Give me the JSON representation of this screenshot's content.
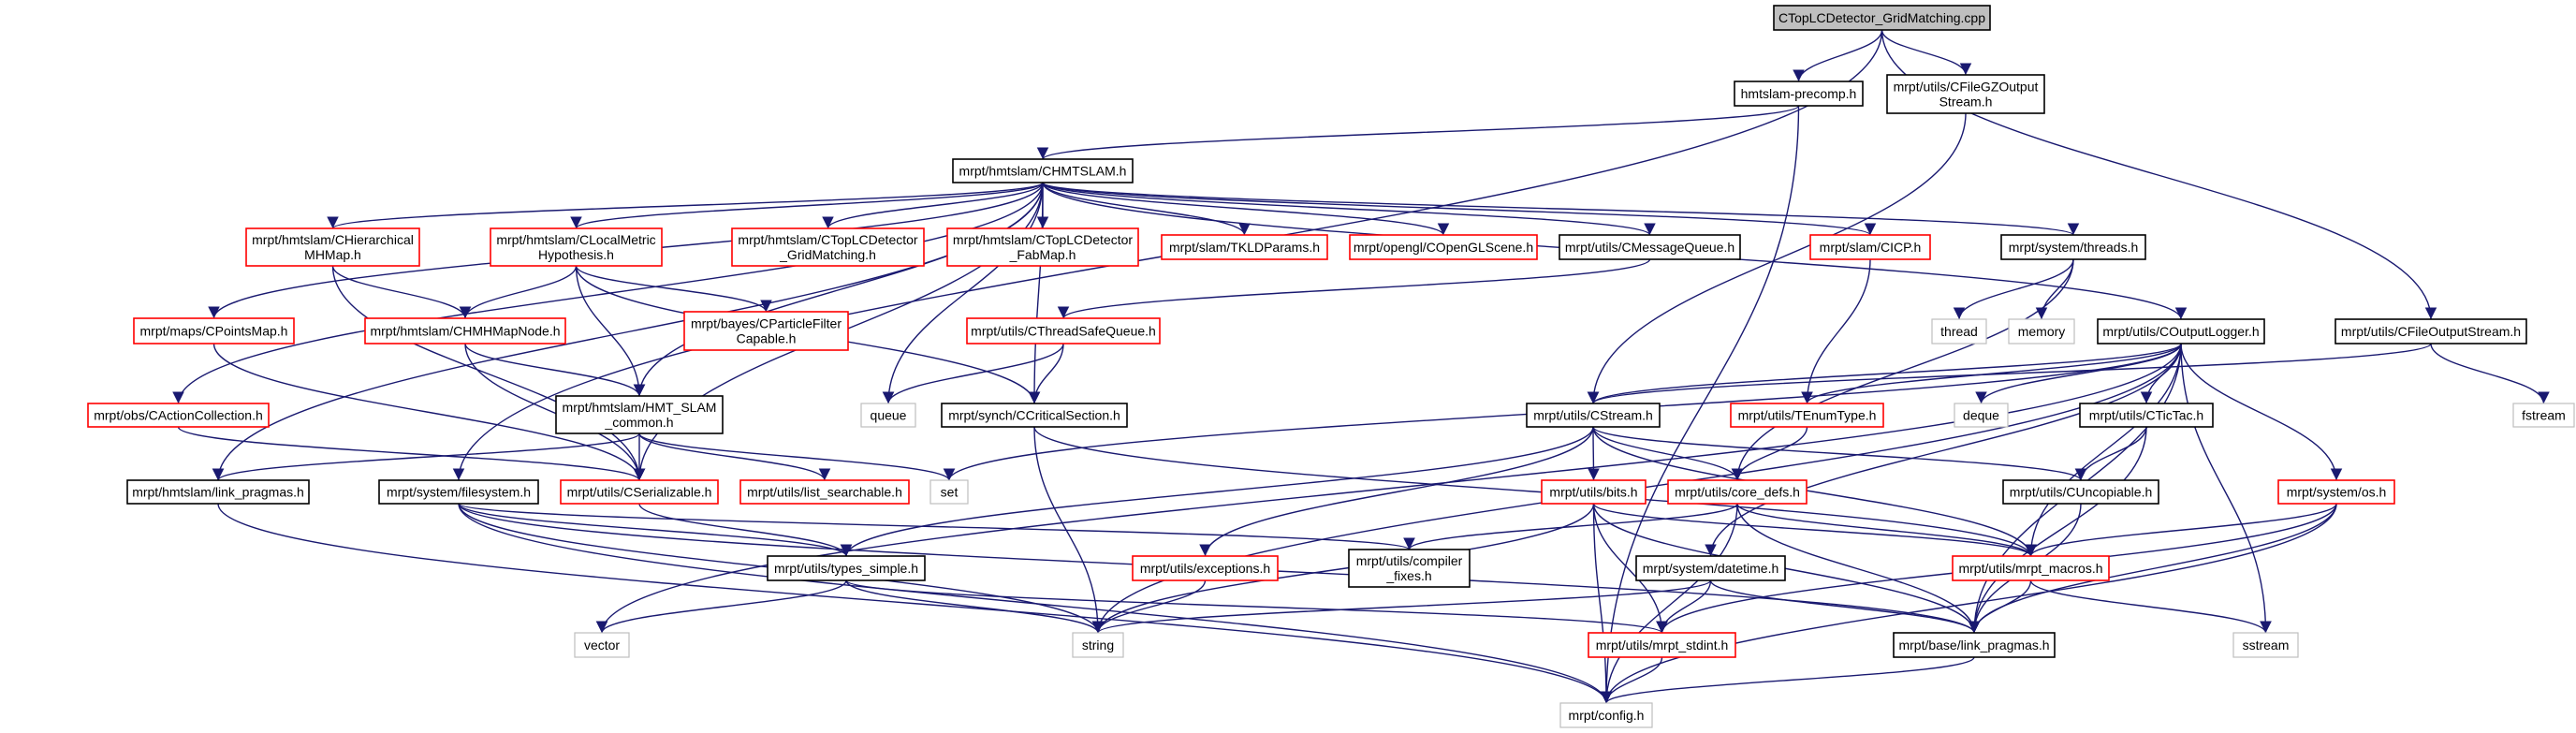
{
  "colors": {
    "edge": "#191970",
    "red": "#ff0000",
    "black": "#000000",
    "gray": "#bfbfbf",
    "root_fill": "#bfbfbf"
  },
  "nodes": [
    {
      "id": "root",
      "lines": [
        "CTopLCDetector_GridMatching.cpp"
      ],
      "style": "root"
    },
    {
      "id": "precomp",
      "lines": [
        "hmtslam-precomp.h"
      ],
      "style": "black"
    },
    {
      "id": "gzout",
      "lines": [
        "mrpt/utils/CFileGZOutput",
        "Stream.h"
      ],
      "style": "black"
    },
    {
      "id": "chmtslam",
      "lines": [
        "mrpt/hmtslam/CHMTSLAM.h"
      ],
      "style": "black"
    },
    {
      "id": "hiermap",
      "lines": [
        "mrpt/hmtslam/CHierarchical",
        "MHMap.h"
      ],
      "style": "red"
    },
    {
      "id": "lmh",
      "lines": [
        "mrpt/hmtslam/CLocalMetric",
        "Hypothesis.h"
      ],
      "style": "red"
    },
    {
      "id": "gridh",
      "lines": [
        "mrpt/hmtslam/CTopLCDetector",
        "_GridMatching.h"
      ],
      "style": "red"
    },
    {
      "id": "fabmap",
      "lines": [
        "mrpt/hmtslam/CTopLCDetector",
        "_FabMap.h"
      ],
      "style": "red"
    },
    {
      "id": "tkld",
      "lines": [
        "mrpt/slam/TKLDParams.h"
      ],
      "style": "red"
    },
    {
      "id": "opengl",
      "lines": [
        "mrpt/opengl/COpenGLScene.h"
      ],
      "style": "red"
    },
    {
      "id": "msgq",
      "lines": [
        "mrpt/utils/CMessageQueue.h"
      ],
      "style": "black"
    },
    {
      "id": "cicp",
      "lines": [
        "mrpt/slam/CICP.h"
      ],
      "style": "red"
    },
    {
      "id": "threads",
      "lines": [
        "mrpt/system/threads.h"
      ],
      "style": "black"
    },
    {
      "id": "thread",
      "lines": [
        "thread"
      ],
      "style": "gray"
    },
    {
      "id": "memory",
      "lines": [
        "memory"
      ],
      "style": "gray"
    },
    {
      "id": "outlogger",
      "lines": [
        "mrpt/utils/COutputLogger.h"
      ],
      "style": "black"
    },
    {
      "id": "fileout",
      "lines": [
        "mrpt/utils/CFileOutputStream.h"
      ],
      "style": "black"
    },
    {
      "id": "fstream",
      "lines": [
        "fstream"
      ],
      "style": "gray"
    },
    {
      "id": "pointsmap",
      "lines": [
        "mrpt/maps/CPointsMap.h"
      ],
      "style": "red"
    },
    {
      "id": "hmhnode",
      "lines": [
        "mrpt/hmtslam/CHMHMapNode.h"
      ],
      "style": "red"
    },
    {
      "id": "pfc",
      "lines": [
        "mrpt/bayes/CParticleFilter",
        "Capable.h"
      ],
      "style": "red"
    },
    {
      "id": "tsq",
      "lines": [
        "mrpt/utils/CThreadSafeQueue.h"
      ],
      "style": "red"
    },
    {
      "id": "actcol",
      "lines": [
        "mrpt/obs/CActionCollection.h"
      ],
      "style": "red"
    },
    {
      "id": "hmtcommon",
      "lines": [
        "mrpt/hmtslam/HMT_SLAM",
        "_common.h"
      ],
      "style": "black"
    },
    {
      "id": "queue",
      "lines": [
        "queue"
      ],
      "style": "gray"
    },
    {
      "id": "critsec",
      "lines": [
        "mrpt/synch/CCriticalSection.h"
      ],
      "style": "black"
    },
    {
      "id": "cstream",
      "lines": [
        "mrpt/utils/CStream.h"
      ],
      "style": "black"
    },
    {
      "id": "tenum",
      "lines": [
        "mrpt/utils/TEnumType.h"
      ],
      "style": "red"
    },
    {
      "id": "deque",
      "lines": [
        "deque"
      ],
      "style": "gray"
    },
    {
      "id": "tictac",
      "lines": [
        "mrpt/utils/CTicTac.h"
      ],
      "style": "black"
    },
    {
      "id": "hlinkp",
      "lines": [
        "mrpt/hmtslam/link_pragmas.h"
      ],
      "style": "black"
    },
    {
      "id": "filesystem",
      "lines": [
        "mrpt/system/filesystem.h"
      ],
      "style": "black"
    },
    {
      "id": "serial",
      "lines": [
        "mrpt/utils/CSerializable.h"
      ],
      "style": "red"
    },
    {
      "id": "listsearch",
      "lines": [
        "mrpt/utils/list_searchable.h"
      ],
      "style": "red"
    },
    {
      "id": "set",
      "lines": [
        "set"
      ],
      "style": "gray"
    },
    {
      "id": "bits",
      "lines": [
        "mrpt/utils/bits.h"
      ],
      "style": "red"
    },
    {
      "id": "coredefs",
      "lines": [
        "mrpt/utils/core_defs.h"
      ],
      "style": "red"
    },
    {
      "id": "uncop",
      "lines": [
        "mrpt/utils/CUncopiable.h"
      ],
      "style": "black"
    },
    {
      "id": "os",
      "lines": [
        "mrpt/system/os.h"
      ],
      "style": "red"
    },
    {
      "id": "typessimple",
      "lines": [
        "mrpt/utils/types_simple.h"
      ],
      "style": "black"
    },
    {
      "id": "exceptions",
      "lines": [
        "mrpt/utils/exceptions.h"
      ],
      "style": "red"
    },
    {
      "id": "compfix",
      "lines": [
        "mrpt/utils/compiler",
        "_fixes.h"
      ],
      "style": "black"
    },
    {
      "id": "datetime",
      "lines": [
        "mrpt/system/datetime.h"
      ],
      "style": "black"
    },
    {
      "id": "macros",
      "lines": [
        "mrpt/utils/mrpt_macros.h"
      ],
      "style": "red"
    },
    {
      "id": "vector",
      "lines": [
        "vector"
      ],
      "style": "gray"
    },
    {
      "id": "string",
      "lines": [
        "string"
      ],
      "style": "gray"
    },
    {
      "id": "stdint",
      "lines": [
        "mrpt/utils/mrpt_stdint.h"
      ],
      "style": "red"
    },
    {
      "id": "blinkp",
      "lines": [
        "mrpt/base/link_pragmas.h"
      ],
      "style": "black"
    },
    {
      "id": "sstream",
      "lines": [
        "sstream"
      ],
      "style": "gray"
    },
    {
      "id": "config",
      "lines": [
        "mrpt/config.h"
      ],
      "style": "gray"
    }
  ],
  "edges": [
    [
      "root",
      "precomp"
    ],
    [
      "root",
      "gzout"
    ],
    [
      "root",
      "fileout"
    ],
    [
      "root",
      "filesystem"
    ],
    [
      "precomp",
      "chmtslam"
    ],
    [
      "precomp",
      "config"
    ],
    [
      "gzout",
      "cstream"
    ],
    [
      "chmtslam",
      "hiermap"
    ],
    [
      "chmtslam",
      "lmh"
    ],
    [
      "chmtslam",
      "gridh"
    ],
    [
      "chmtslam",
      "fabmap"
    ],
    [
      "chmtslam",
      "tkld"
    ],
    [
      "chmtslam",
      "opengl"
    ],
    [
      "chmtslam",
      "msgq"
    ],
    [
      "chmtslam",
      "cicp"
    ],
    [
      "chmtslam",
      "threads"
    ],
    [
      "chmtslam",
      "outlogger"
    ],
    [
      "chmtslam",
      "pointsmap"
    ],
    [
      "chmtslam",
      "actcol"
    ],
    [
      "chmtslam",
      "hlinkp"
    ],
    [
      "chmtslam",
      "hmtcommon"
    ],
    [
      "chmtslam",
      "queue"
    ],
    [
      "chmtslam",
      "critsec"
    ],
    [
      "chmtslam",
      "serial"
    ],
    [
      "hiermap",
      "hmhnode"
    ],
    [
      "hiermap",
      "serial"
    ],
    [
      "lmh",
      "hmhnode"
    ],
    [
      "lmh",
      "hmtcommon"
    ],
    [
      "lmh",
      "pfc"
    ],
    [
      "lmh",
      "critsec"
    ],
    [
      "msgq",
      "tsq"
    ],
    [
      "cicp",
      "tenum"
    ],
    [
      "threads",
      "thread"
    ],
    [
      "threads",
      "memory"
    ],
    [
      "threads",
      "coredefs"
    ],
    [
      "outlogger",
      "cstream"
    ],
    [
      "outlogger",
      "tenum"
    ],
    [
      "outlogger",
      "deque"
    ],
    [
      "outlogger",
      "tictac"
    ],
    [
      "outlogger",
      "os"
    ],
    [
      "outlogger",
      "macros"
    ],
    [
      "outlogger",
      "blinkp"
    ],
    [
      "outlogger",
      "datetime"
    ],
    [
      "outlogger",
      "string"
    ],
    [
      "outlogger",
      "set"
    ],
    [
      "outlogger",
      "vector"
    ],
    [
      "outlogger",
      "sstream"
    ],
    [
      "fileout",
      "cstream"
    ],
    [
      "fileout",
      "fstream"
    ],
    [
      "pointsmap",
      "serial"
    ],
    [
      "hmhnode",
      "hmtcommon"
    ],
    [
      "hmhnode",
      "serial"
    ],
    [
      "tsq",
      "queue"
    ],
    [
      "tsq",
      "critsec"
    ],
    [
      "actcol",
      "serial"
    ],
    [
      "hmtcommon",
      "hlinkp"
    ],
    [
      "hmtcommon",
      "serial"
    ],
    [
      "hmtcommon",
      "listsearch"
    ],
    [
      "hmtcommon",
      "set"
    ],
    [
      "critsec",
      "string"
    ],
    [
      "critsec",
      "macros"
    ],
    [
      "cstream",
      "bits"
    ],
    [
      "cstream",
      "coredefs"
    ],
    [
      "cstream",
      "uncop"
    ],
    [
      "cstream",
      "typessimple"
    ],
    [
      "cstream",
      "exceptions"
    ],
    [
      "cstream",
      "macros"
    ],
    [
      "tenum",
      "coredefs"
    ],
    [
      "tictac",
      "uncop"
    ],
    [
      "tictac",
      "blinkp"
    ],
    [
      "hlinkp",
      "config"
    ],
    [
      "filesystem",
      "typessimple"
    ],
    [
      "filesystem",
      "string"
    ],
    [
      "filesystem",
      "compfix"
    ],
    [
      "filesystem",
      "blinkp"
    ],
    [
      "filesystem",
      "config"
    ],
    [
      "serial",
      "typessimple"
    ],
    [
      "typessimple",
      "vector"
    ],
    [
      "typessimple",
      "string"
    ],
    [
      "typessimple",
      "stdint"
    ],
    [
      "exceptions",
      "string"
    ],
    [
      "bits",
      "string"
    ],
    [
      "bits",
      "config"
    ],
    [
      "bits",
      "stdint"
    ],
    [
      "bits",
      "macros"
    ],
    [
      "bits",
      "blinkp"
    ],
    [
      "coredefs",
      "compfix"
    ],
    [
      "coredefs",
      "config"
    ],
    [
      "coredefs",
      "macros"
    ],
    [
      "coredefs",
      "blinkp"
    ],
    [
      "uncop",
      "blinkp"
    ],
    [
      "os",
      "macros"
    ],
    [
      "os",
      "stdint"
    ],
    [
      "os",
      "blinkp"
    ],
    [
      "os",
      "config"
    ],
    [
      "datetime",
      "string"
    ],
    [
      "datetime",
      "stdint"
    ],
    [
      "datetime",
      "blinkp"
    ],
    [
      "macros",
      "blinkp"
    ],
    [
      "macros",
      "sstream"
    ],
    [
      "stdint",
      "config"
    ],
    [
      "blinkp",
      "config"
    ]
  ]
}
